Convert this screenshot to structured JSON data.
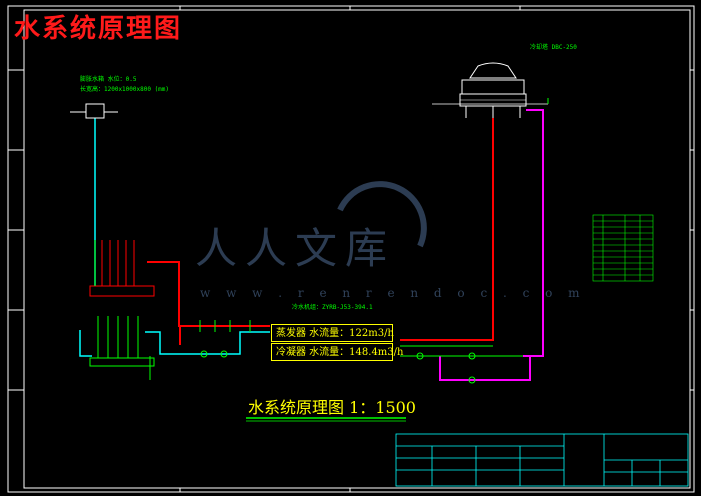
{
  "drawing": {
    "title": "水系统原理图",
    "plan_title": "水系统原理图  1：1500"
  },
  "labels": {
    "cooling_tower": "冷却塔  DBC-250",
    "makeup_tank_line1": "膨胀水箱    水位：0.5",
    "makeup_tank_line2": "长宽高：1200x1000x800 (mm)",
    "chiller_model": "冷水机组：ZYRB-J53-394.1"
  },
  "flow_boxes": [
    {
      "id": "evaporator",
      "text": "蒸发器 水流量：122m3/h"
    },
    {
      "id": "condenser",
      "text": "冷凝器 水流量：148.4m3/h"
    }
  ],
  "watermark": {
    "text": "人人文库",
    "url": "w w w . r e n r e n d o c . c o m"
  },
  "colors": {
    "background": "#000000",
    "frame": "#ffffff",
    "chilled_pipe": "#ff0000",
    "cooling_pipe": "#ff00ff",
    "equipment": "#00ff00",
    "supply_pipe": "#00ffff",
    "text_yellow": "#ffff00",
    "title_red": "#ff1a1a"
  }
}
